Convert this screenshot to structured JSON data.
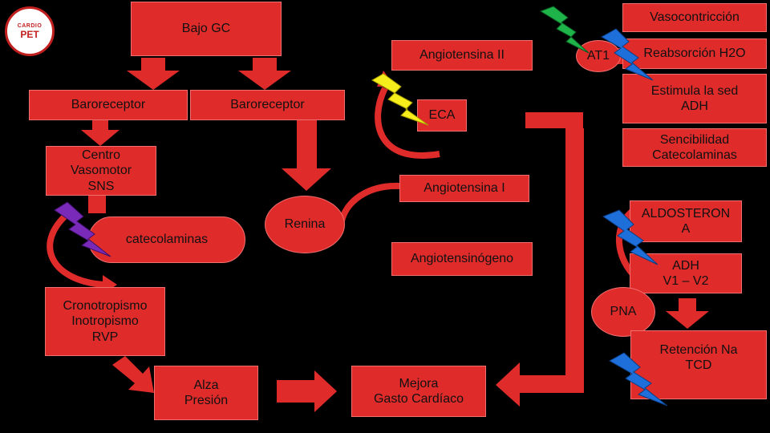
{
  "logo": {
    "line1": "CARDIO",
    "line2": "PET"
  },
  "nodes": {
    "bajo_gc": "Bajo GC",
    "baroreceptor_left": "Baroreceptor",
    "baroreceptor_right": "Baroreceptor",
    "centro_vasomotor": "Centro\nVasomotor\nSNS",
    "catecolaminas": "catecolaminas",
    "renina": "Renina",
    "angiotensina_ii": "Angiotensina II",
    "eca": "ECA",
    "angiotensina_i": "Angiotensina I",
    "angiotensinogeno": "Angiotensinógeno",
    "at1": "AT1",
    "vasocontriccion": "Vasocontricción",
    "reabsorcion": "Reabsorción H2O",
    "estimula_sed": "Estimula la sed\nADH",
    "sencibilidad": "Sencibilidad\nCatecolaminas",
    "aldosterona": "ALDOSTERON\nA",
    "adh_v": "ADH\nV1 – V2",
    "pna": "PNA",
    "retencion": "Retención Na\nTCD",
    "cronotropismo": "Cronotropismo\nInotropismo\nRVP",
    "alza_presion": "Alza\nPresión",
    "mejora_gasto": "Mejora\nGasto Cardíaco"
  },
  "colors": {
    "box": "#e02b2b",
    "background": "#000000",
    "bolt_green": "#1fb44a",
    "bolt_blue": "#1e6fd9",
    "bolt_yellow": "#f5ee1c",
    "bolt_purple": "#7a2ab8"
  }
}
